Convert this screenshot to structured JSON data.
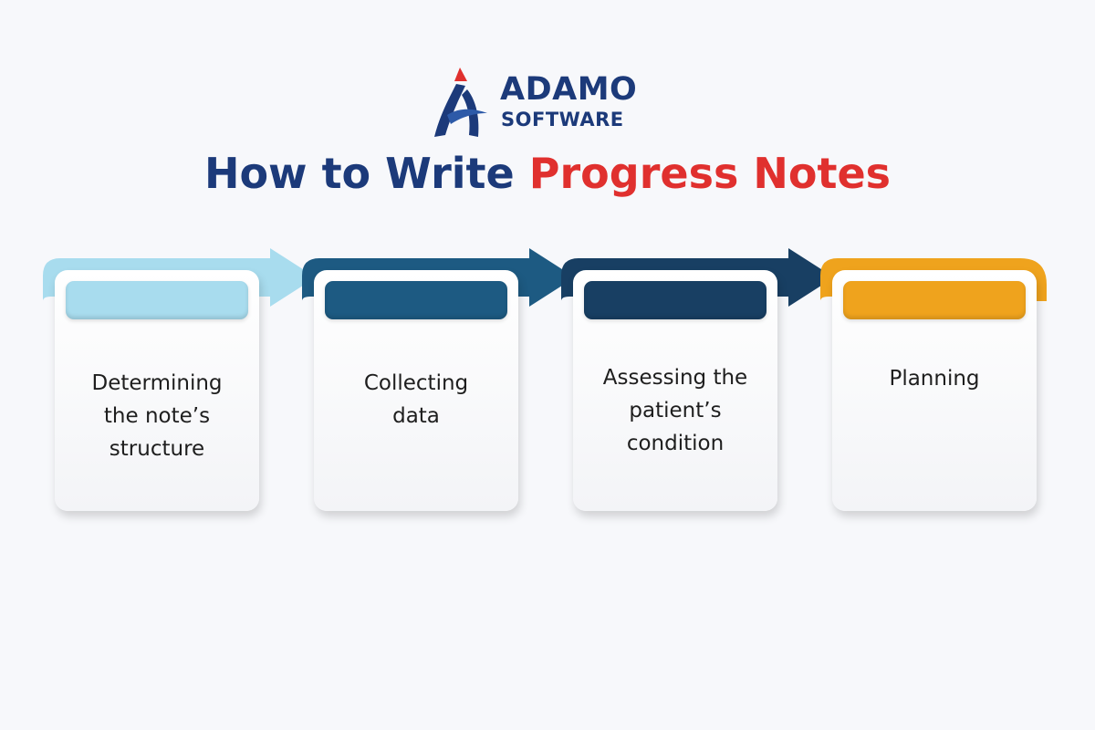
{
  "brand": {
    "line1": "ADAMO",
    "line2": "SOFTWARE",
    "colors": {
      "navy": "#1c3a7a",
      "red": "#e0302e"
    }
  },
  "title": {
    "part1": "How to Write ",
    "part2": "Progress Notes"
  },
  "steps": [
    {
      "label": "Determining\nthe note’s\nstructure",
      "color": "#a8dcee"
    },
    {
      "label": "Collecting\ndata",
      "color": "#1d5a82"
    },
    {
      "label": "Assessing the\npatient’s\ncondition",
      "color": "#183f63"
    },
    {
      "label": "Planning",
      "color": "#efa31d"
    }
  ]
}
